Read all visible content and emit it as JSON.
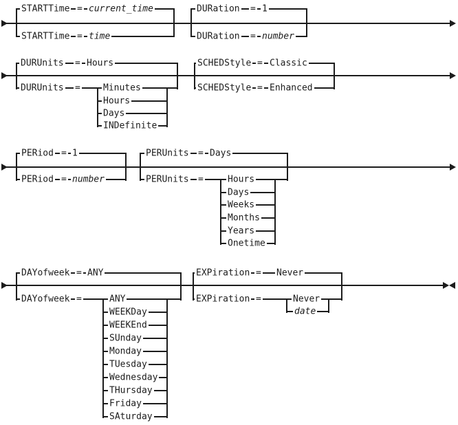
{
  "diagram": {
    "kind": "command-syntax-railroad",
    "rows": [
      [
        "STARTTime",
        "DURation"
      ],
      [
        "DURUnits",
        "SCHEDStyle"
      ],
      [
        "PERiod",
        "PERUnits"
      ],
      [
        "DAYofweek",
        "EXPiration"
      ]
    ]
  },
  "symbols": {
    "equals": "="
  },
  "params": {
    "starttime": {
      "keyword": "STARTTime",
      "default_value": "current_time",
      "alt_value": "time"
    },
    "duration": {
      "keyword": "DURation",
      "default_value": "1",
      "alt_value": "number"
    },
    "durunits": {
      "keyword": "DURUnits",
      "default_value": "Hours",
      "options": [
        "Minutes",
        "Hours",
        "Days",
        "INDefinite"
      ]
    },
    "schedstyle": {
      "keyword": "SCHEDStyle",
      "default_value": "Classic",
      "alt_value": "Enhanced"
    },
    "period": {
      "keyword": "PERiod",
      "default_value": "1",
      "alt_value": "number"
    },
    "perunits": {
      "keyword": "PERUnits",
      "default_value": "Days",
      "options": [
        "Hours",
        "Days",
        "Weeks",
        "Months",
        "Years",
        "Onetime"
      ]
    },
    "dayofweek": {
      "keyword": "DAYofweek",
      "default_value": "ANY",
      "options": [
        "ANY",
        "WEEKDay",
        "WEEKEnd",
        "SUnday",
        "Monday",
        "TUesday",
        "Wednesday",
        "THursday",
        "Friday",
        "SAturday"
      ]
    },
    "expiration": {
      "keyword": "EXPiration",
      "default_value": "Never",
      "options": [
        "Never",
        "date"
      ]
    }
  },
  "variables": [
    "current_time",
    "time",
    "number",
    "date"
  ],
  "colors": {
    "line": "#1c1c1c",
    "background": "#ffffff"
  }
}
